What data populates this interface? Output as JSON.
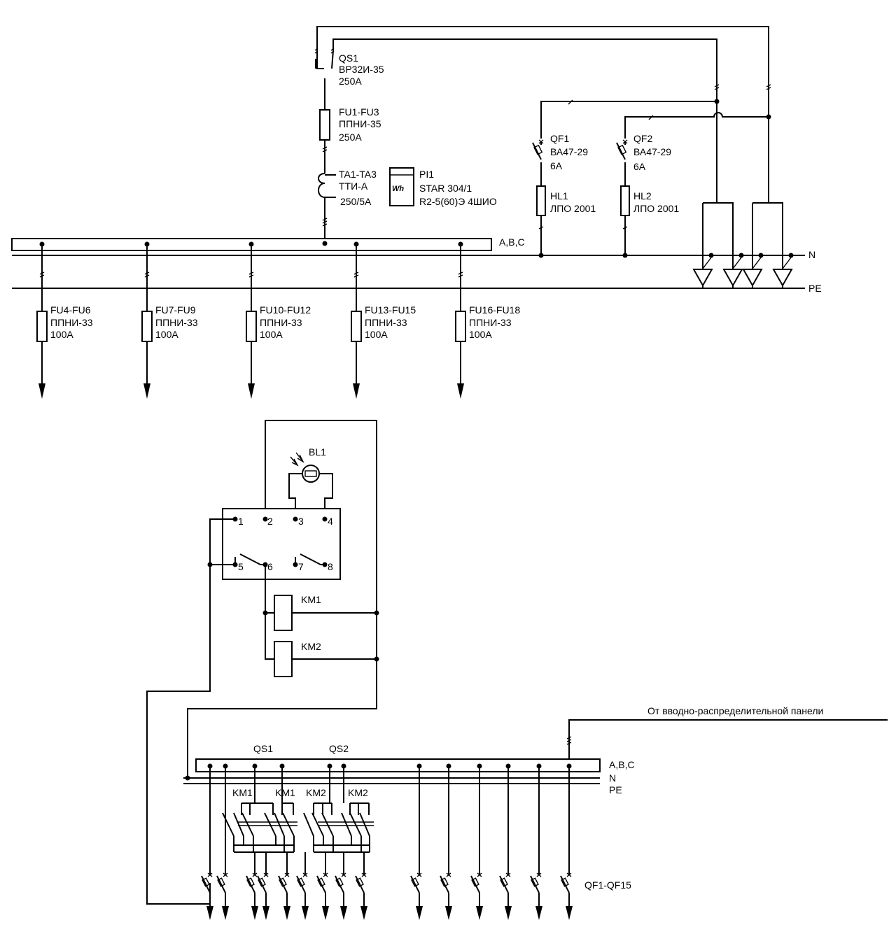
{
  "upper_panel": {
    "qs1": {
      "name": "QS1",
      "type": "ВР32И-35",
      "rating": "250А"
    },
    "fu1": {
      "name": "FU1-FU3",
      "type": "ППНИ-35",
      "rating": "250А"
    },
    "ta": {
      "name": "TA1-TA3",
      "type": "ТТИ-А",
      "ratio": "250/5А"
    },
    "pi1": {
      "name": "PI1",
      "model": "STAR 304/1",
      "spec": "R2-5(60)Э 4ШИО",
      "meter_symbol": "Wh"
    },
    "qf1": {
      "name": "QF1",
      "type": "ВА47-29",
      "rating": "6А"
    },
    "qf2": {
      "name": "QF2",
      "type": "ВА47-29",
      "rating": "6А"
    },
    "hl1": {
      "name": "HL1",
      "type": "ЛПО 2001"
    },
    "hl2": {
      "name": "HL2",
      "type": "ЛПО 2001"
    },
    "bus_label": "A,B,C",
    "n_label": "N",
    "pe_label": "PE",
    "feeders": [
      {
        "name": "FU4-FU6",
        "type": "ППНИ-33",
        "rating": "100А"
      },
      {
        "name": "FU7-FU9",
        "type": "ППНИ-33",
        "rating": "100А"
      },
      {
        "name": "FU10-FU12",
        "type": "ППНИ-33",
        "rating": "100А"
      },
      {
        "name": "FU13-FU15",
        "type": "ППНИ-33",
        "rating": "100А"
      },
      {
        "name": "FU16-FU18",
        "type": "ППНИ-33",
        "rating": "100А"
      }
    ]
  },
  "control": {
    "bl1": "BL1",
    "terminals": [
      "1",
      "2",
      "3",
      "4",
      "5",
      "6",
      "7",
      "8"
    ],
    "km1": "KM1",
    "km2": "KM2"
  },
  "lower_panel": {
    "source_label": "От вводно-распределительной панели",
    "bus_label": "A,B,C",
    "n_label": "N",
    "pe_label": "PE",
    "qs1": "QS1",
    "qs2": "QS2",
    "contactor_labels": [
      "KM1",
      "KM1",
      "KM2",
      "KM2"
    ],
    "breakers_label": "QF1-QF15"
  }
}
